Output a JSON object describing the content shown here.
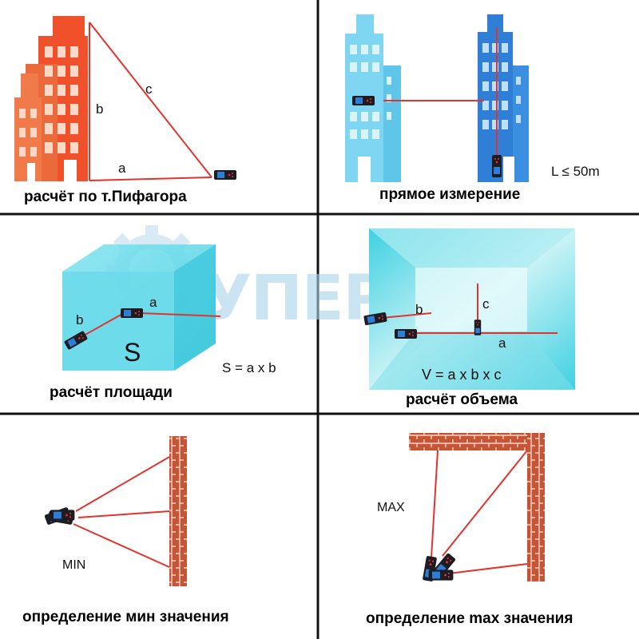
{
  "panels": [
    {
      "caption": "расчёт по т.Пифагора",
      "labels": {
        "a": "a",
        "b": "b",
        "c": "c"
      }
    },
    {
      "caption": "прямое измерение",
      "range_note": "L ≤ 50m"
    },
    {
      "caption": "расчёт площади",
      "labels": {
        "a": "a",
        "b": "b",
        "area": "S"
      },
      "formula": "S = a x b"
    },
    {
      "caption": "расчёт объема",
      "labels": {
        "a": "a",
        "b": "b",
        "c": "c"
      },
      "formula": "V = a x b x c"
    },
    {
      "caption": "определение мин значения",
      "mode": "MIN"
    },
    {
      "caption": "определение max значения",
      "mode": "MAX"
    }
  ],
  "watermark": {
    "text": "УПЕРАЙС",
    "icon": "gear-icon"
  },
  "colors": {
    "laser": "#e2332f",
    "building_red": "#f0502a",
    "building_light_blue": "#7fd6f2",
    "building_blue": "#2f7fd6",
    "room_cyan": "#5fd9e8",
    "brick": "#c45637",
    "device": "#1c1c22",
    "screen": "#2e7ed8"
  }
}
